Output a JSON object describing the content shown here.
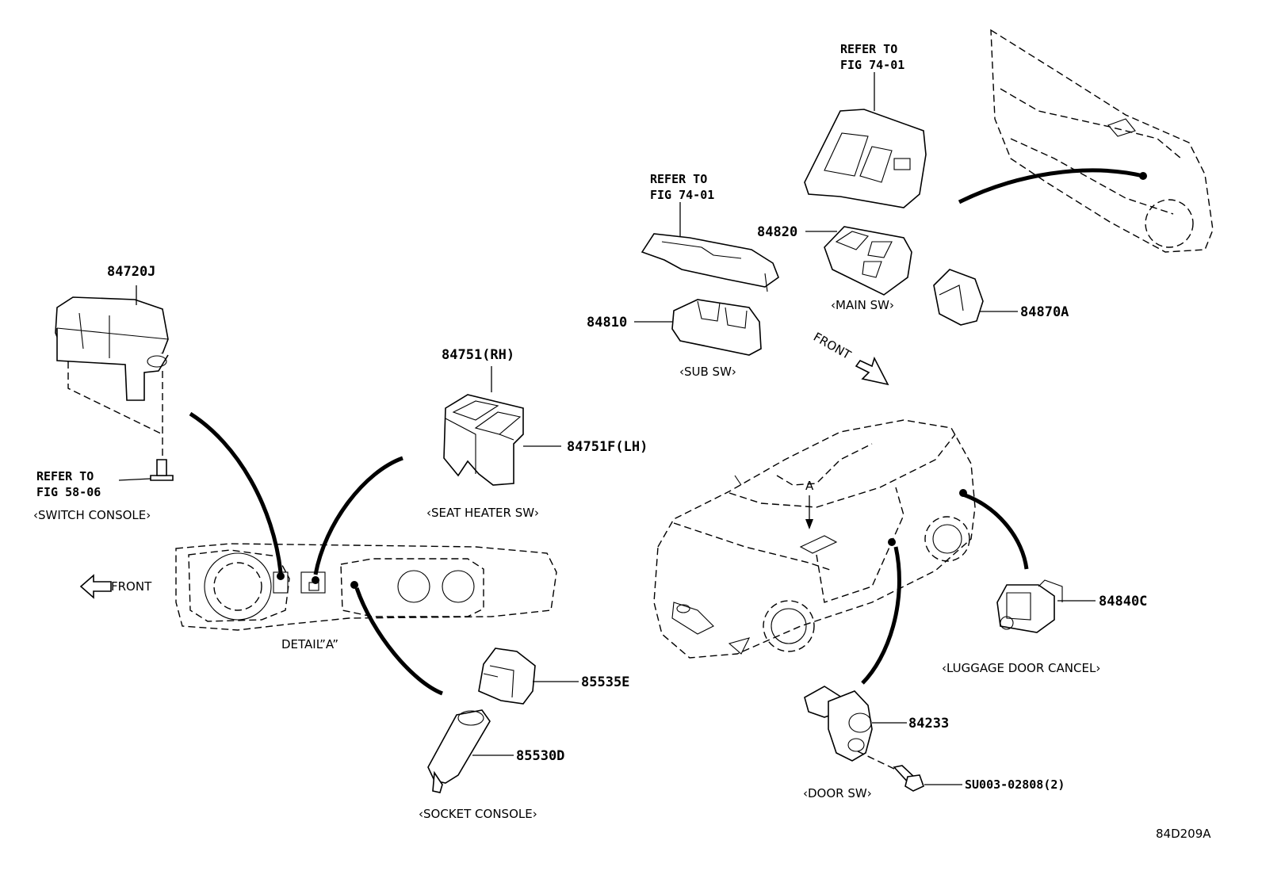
{
  "labels": {
    "p84720J": "84720J",
    "p84751RH": "84751(RH)",
    "p84751FLH": "84751F(LH)",
    "p84820": "84820",
    "p84810": "84810",
    "p84870A": "84870A",
    "p84840C": "84840C",
    "p85535E": "85535E",
    "p85530D": "85530D",
    "p84233": "84233",
    "pSU003": "SU003-02808(2)"
  },
  "refs": {
    "switch_console_1": "REFER TO",
    "switch_console_2": "FIG 58-06",
    "sub_sw_1": "REFER TO",
    "sub_sw_2": "FIG 74-01",
    "main_sw_1": "REFER TO",
    "main_sw_2": "FIG 74-01"
  },
  "captions": {
    "switch_console": "‹SWITCH CONSOLE›",
    "seat_heater": "‹SEAT HEATER SW›",
    "sub_sw": "‹SUB SW›",
    "main_sw": "‹MAIN SW›",
    "luggage": "‹LUGGAGE DOOR CANCEL›",
    "door_sw": "‹DOOR SW›",
    "socket": "‹SOCKET CONSOLE›",
    "detail": "DETAIL”A”",
    "front_left": "FRONT",
    "front_right": "FRONT",
    "view_a": "A",
    "figure_id": "84D209A"
  }
}
